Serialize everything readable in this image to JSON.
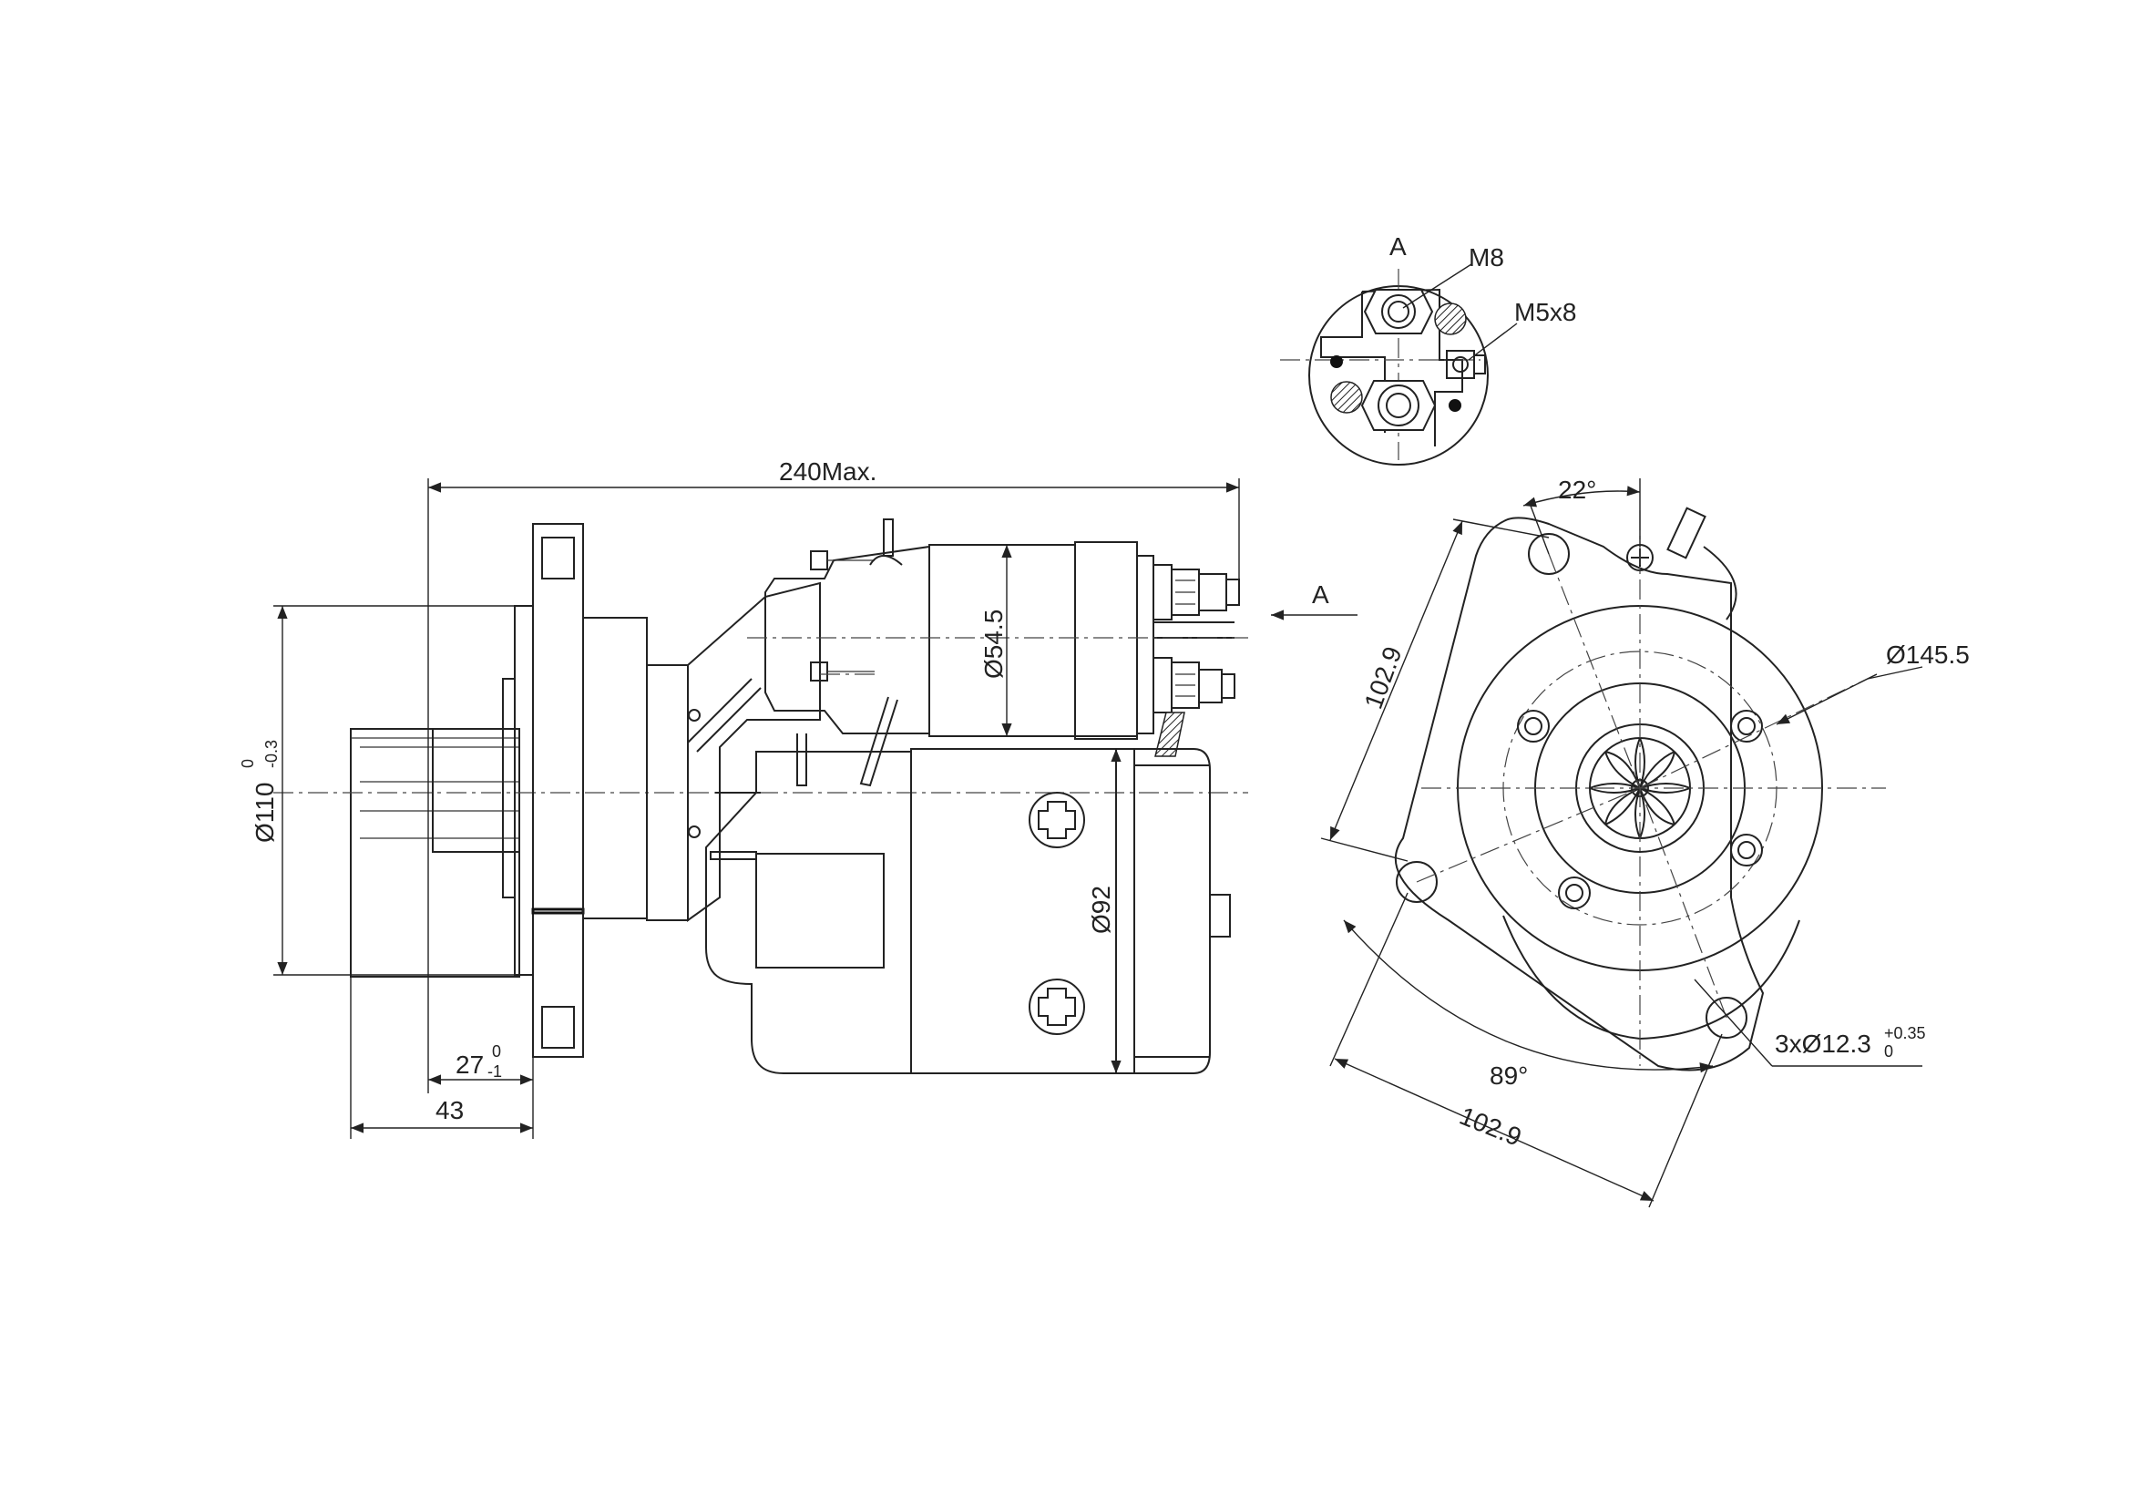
{
  "labels": {
    "overall_length": "240Max.",
    "flange_dia_base": "Ø110",
    "flange_dia_sup": "0",
    "flange_dia_sub": "-0.3",
    "dim_27_base": "27",
    "dim_27_sup": "0",
    "dim_27_sub": "-1",
    "dim_43": "43",
    "solenoid_dia": "Ø54.5",
    "motor_dia": "Ø92",
    "view_arrow": "A",
    "view_title": "A",
    "thread_m8": "M8",
    "thread_m5x8": "M5x8",
    "angle_22": "22°",
    "bolt_circle_dia": "Ø145.5",
    "edge_left": "102.9",
    "edge_bottom": "102.9",
    "angle_89": "89°",
    "holes_base": "3xØ12.3",
    "holes_sup": "+0.35",
    "holes_sub": "0"
  }
}
